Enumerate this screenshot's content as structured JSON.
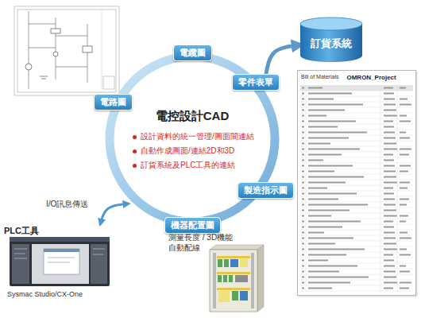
{
  "diagram": {
    "nodes": [
      {
        "text": [
          "電控設計CAD",
          "設計資料的統一管理/圖面間連結",
          "自動作成圖面/連結2D和3D",
          "訂貨系統及PLC工具的連結"
        ]
      },
      {
        "text": [
          "電纜圖"
        ]
      },
      {
        "text": [
          "零件表單"
        ]
      },
      {
        "text": [
          "電路圖"
        ]
      },
      {
        "text": [
          "製造指示圖"
        ]
      },
      {
        "text": [
          "機器配置圖"
        ]
      },
      {
        "text": [
          "訂貨系統"
        ]
      },
      {
        "text": [
          "PLC工具",
          "Sysmac Studio/CX-One"
        ]
      },
      {
        "text": [
          "Bill of Materials",
          "OMRON_Project"
        ]
      }
    ],
    "edges": [
      {
        "from": 2,
        "to": 6,
        "arrow": "to"
      },
      {
        "from": 7,
        "to": 0,
        "arrow": "both",
        "label": "I/O訊息傳送"
      }
    ],
    "labels": [
      "測量長度 / 3D機能",
      "自動配線"
    ]
  }
}
